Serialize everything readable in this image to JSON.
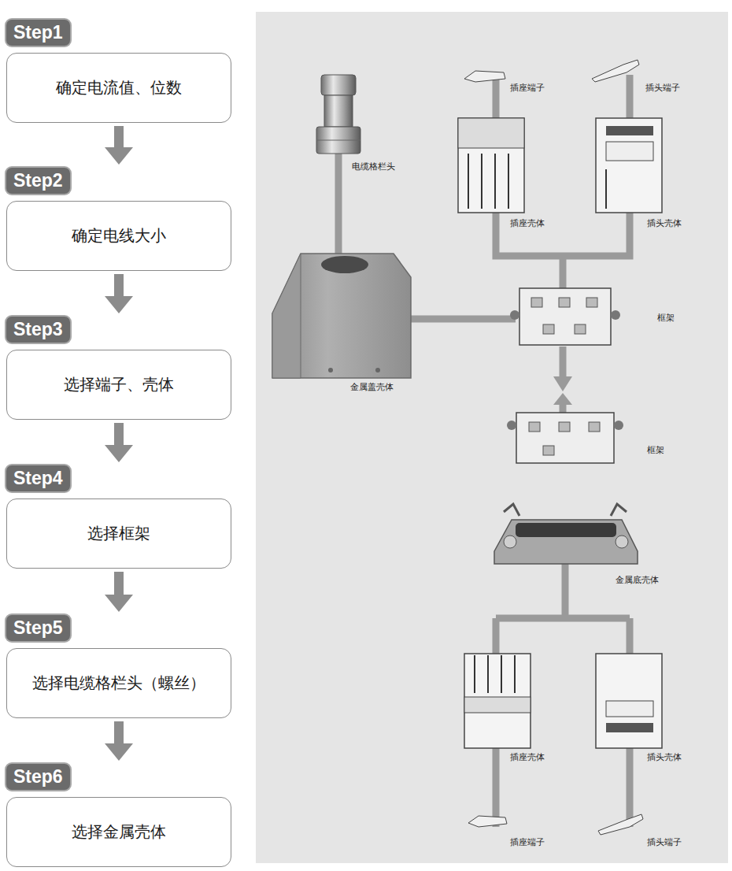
{
  "diagram": {
    "nodes": [
      {
        "text": [
          "Step1",
          "确定电流值、位数"
        ]
      },
      {
        "text": [
          "Step2",
          "确定电线大小"
        ]
      },
      {
        "text": [
          "Step3",
          "选择端子、壳体"
        ]
      },
      {
        "text": [
          "Step4",
          "选择框架"
        ]
      },
      {
        "text": [
          "Step5",
          "选择电缆格栏头（螺丝）"
        ]
      },
      {
        "text": [
          "Step6",
          "选择金属壳体"
        ]
      }
    ],
    "edges": [
      {
        "from": 0,
        "to": 1,
        "arrow": "to"
      },
      {
        "from": 1,
        "to": 2,
        "arrow": "to"
      },
      {
        "from": 2,
        "to": 3,
        "arrow": "to"
      },
      {
        "from": 3,
        "to": 4,
        "arrow": "to"
      },
      {
        "from": 4,
        "to": 5,
        "arrow": "to"
      }
    ],
    "labels": [
      "插座端子",
      "插头端子",
      "电缆格栏头",
      "插座壳体",
      "插头壳体",
      "框架",
      "金属盖壳体",
      "框架",
      "金属底壳体",
      "插座壳体",
      "插头壳体",
      "插座端子",
      "插头端子"
    ]
  }
}
